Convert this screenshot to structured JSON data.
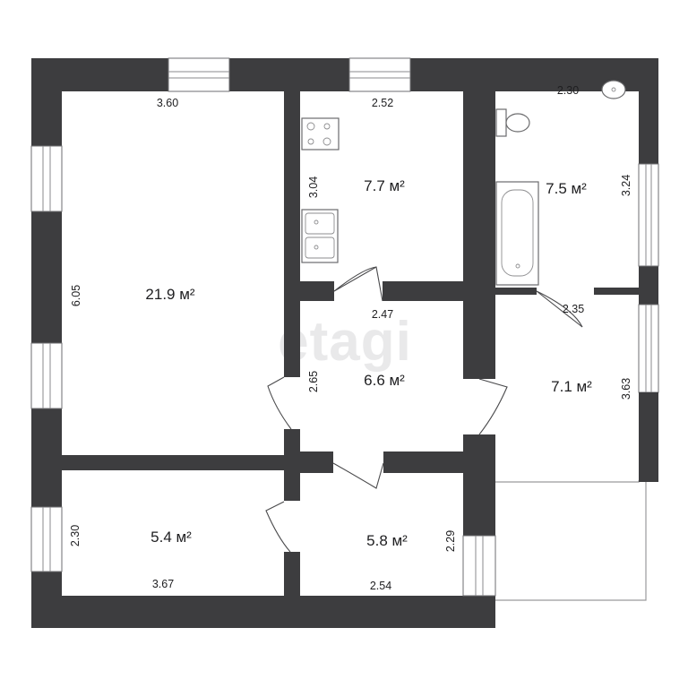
{
  "watermark": "etagi",
  "rooms": [
    {
      "id": "living-room",
      "area": "21.9 м²",
      "width": "3.60",
      "height": "6.05"
    },
    {
      "id": "kitchen",
      "area": "7.7 м²",
      "width": "2.52",
      "height": "3.04"
    },
    {
      "id": "bathroom",
      "area": "7.5 м²",
      "width": "2.30",
      "height": "3.24"
    },
    {
      "id": "hall",
      "area": "6.6 м²",
      "width": "2.47",
      "height": "2.65"
    },
    {
      "id": "corridor-right",
      "area": "7.1 м²",
      "width": "2.35",
      "height": "3.63"
    },
    {
      "id": "room-bottom-left",
      "area": "5.4 м²",
      "width": "3.67",
      "height": "2.30"
    },
    {
      "id": "room-bottom-middle",
      "area": "5.8 м²",
      "width": "2.54",
      "height": "2.29"
    }
  ],
  "icons": [
    "stove-icon",
    "kitchen-sink-icon",
    "toilet-icon",
    "washbasin-icon",
    "bathtub-icon"
  ],
  "colors": {
    "wall": "#3d3d3f",
    "background": "#ffffff",
    "text": "#1e1e20",
    "watermark": "#e9e9ea"
  }
}
